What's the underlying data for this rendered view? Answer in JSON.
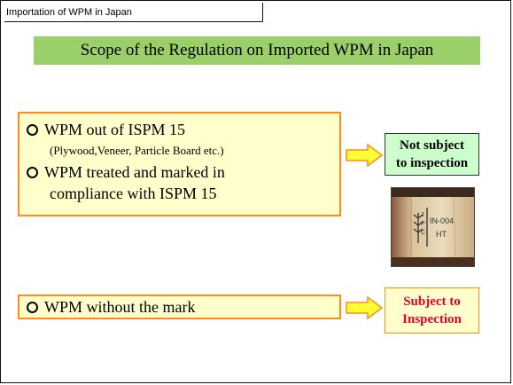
{
  "header": {
    "label": "Importation of WPM in Japan"
  },
  "title": "Scope of the Regulation on Imported WPM in Japan",
  "criteria": {
    "item1": "WPM out of ISPM 15",
    "item1_sub": "(Plywood,Veneer, Particle Board etc.)",
    "item2_line1": "WPM treated and marked in",
    "item2_line2": "compliance with ISPM 15"
  },
  "result_not_subject": {
    "line1": "Not subject",
    "line2": "to inspection"
  },
  "nomark": {
    "text": "WPM without the mark"
  },
  "result_subject": {
    "line1": "Subject to",
    "line2": "Inspection"
  },
  "photo": {
    "stamp_code": "IN-004",
    "stamp_treatment": "HT"
  },
  "colors": {
    "title_bg": "#9bcf6a",
    "box_fill": "#ffffcc",
    "box_border": "#ff8c1a",
    "green_result": "#ccffcc",
    "red_text": "#e6002e",
    "arrow_fill": "#ffff33"
  }
}
